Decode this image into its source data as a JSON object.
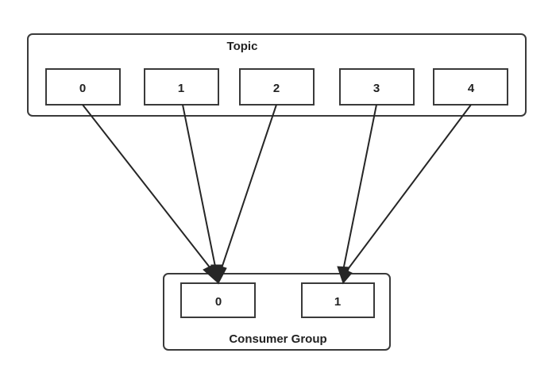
{
  "topic": {
    "title": "Topic",
    "partitions": [
      "0",
      "1",
      "2",
      "3",
      "4"
    ]
  },
  "consumer_group": {
    "title": "Consumer Group",
    "consumers": [
      "0",
      "1"
    ]
  },
  "assignments": [
    {
      "from": "partition-0",
      "to": "consumer-0"
    },
    {
      "from": "partition-1",
      "to": "consumer-0"
    },
    {
      "from": "partition-2",
      "to": "consumer-0"
    },
    {
      "from": "partition-3",
      "to": "consumer-1"
    },
    {
      "from": "partition-4",
      "to": "consumer-1"
    }
  ]
}
